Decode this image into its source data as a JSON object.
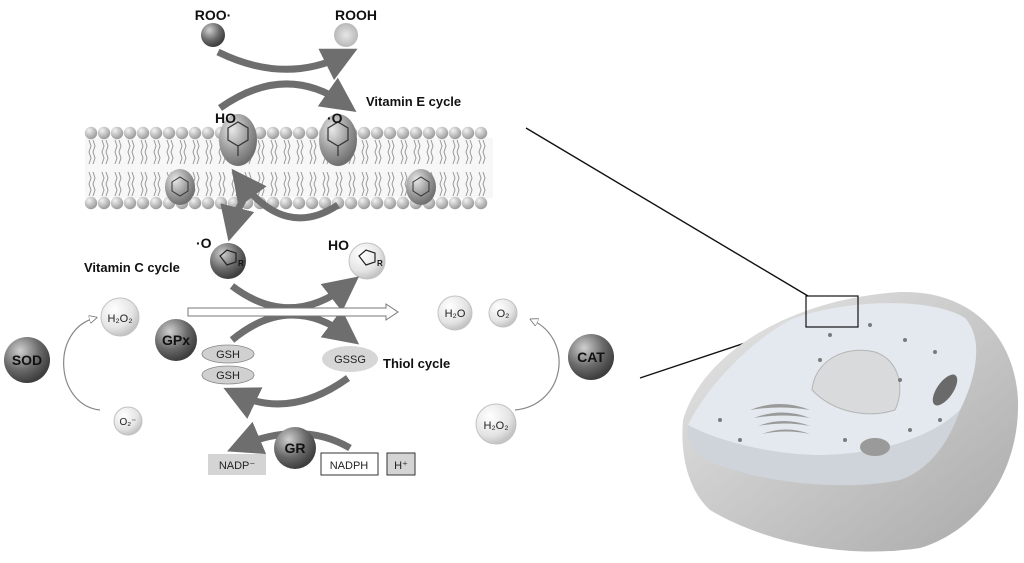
{
  "radicals": {
    "roo": "ROO·",
    "rooh": "ROOH"
  },
  "vitamin_e": {
    "cycle_label": "Vitamin E cycle",
    "ho_label": "HO",
    "o_label": "·O"
  },
  "vitamin_c": {
    "cycle_label": "Vitamin C cycle",
    "o_label": "·O",
    "ho_label": "HO",
    "r_label": "R"
  },
  "thiol": {
    "cycle_label": "Thiol cycle",
    "gsh_1": "GSH",
    "gsh_2": "GSH",
    "gssg": "GSSG"
  },
  "enzymes": {
    "sod": "SOD",
    "gpx": "GPx",
    "gr": "GR",
    "cat": "CAT"
  },
  "species": {
    "h2o2_left": "H₂O₂",
    "o2_minus": "O₂⁻",
    "h2o": "H₂O",
    "o2": "O₂",
    "h2o2_right": "H₂O₂"
  },
  "cofactors": {
    "nadp": "NADP⁻",
    "nadph": "NADPH",
    "h_plus": "H⁺"
  },
  "colors": {
    "arrow_gray": "#6e6e6e",
    "membrane_bead": "#bdbdbd",
    "cell_body": "#d6d6d6",
    "cell_interior": "#e4e9ef"
  }
}
